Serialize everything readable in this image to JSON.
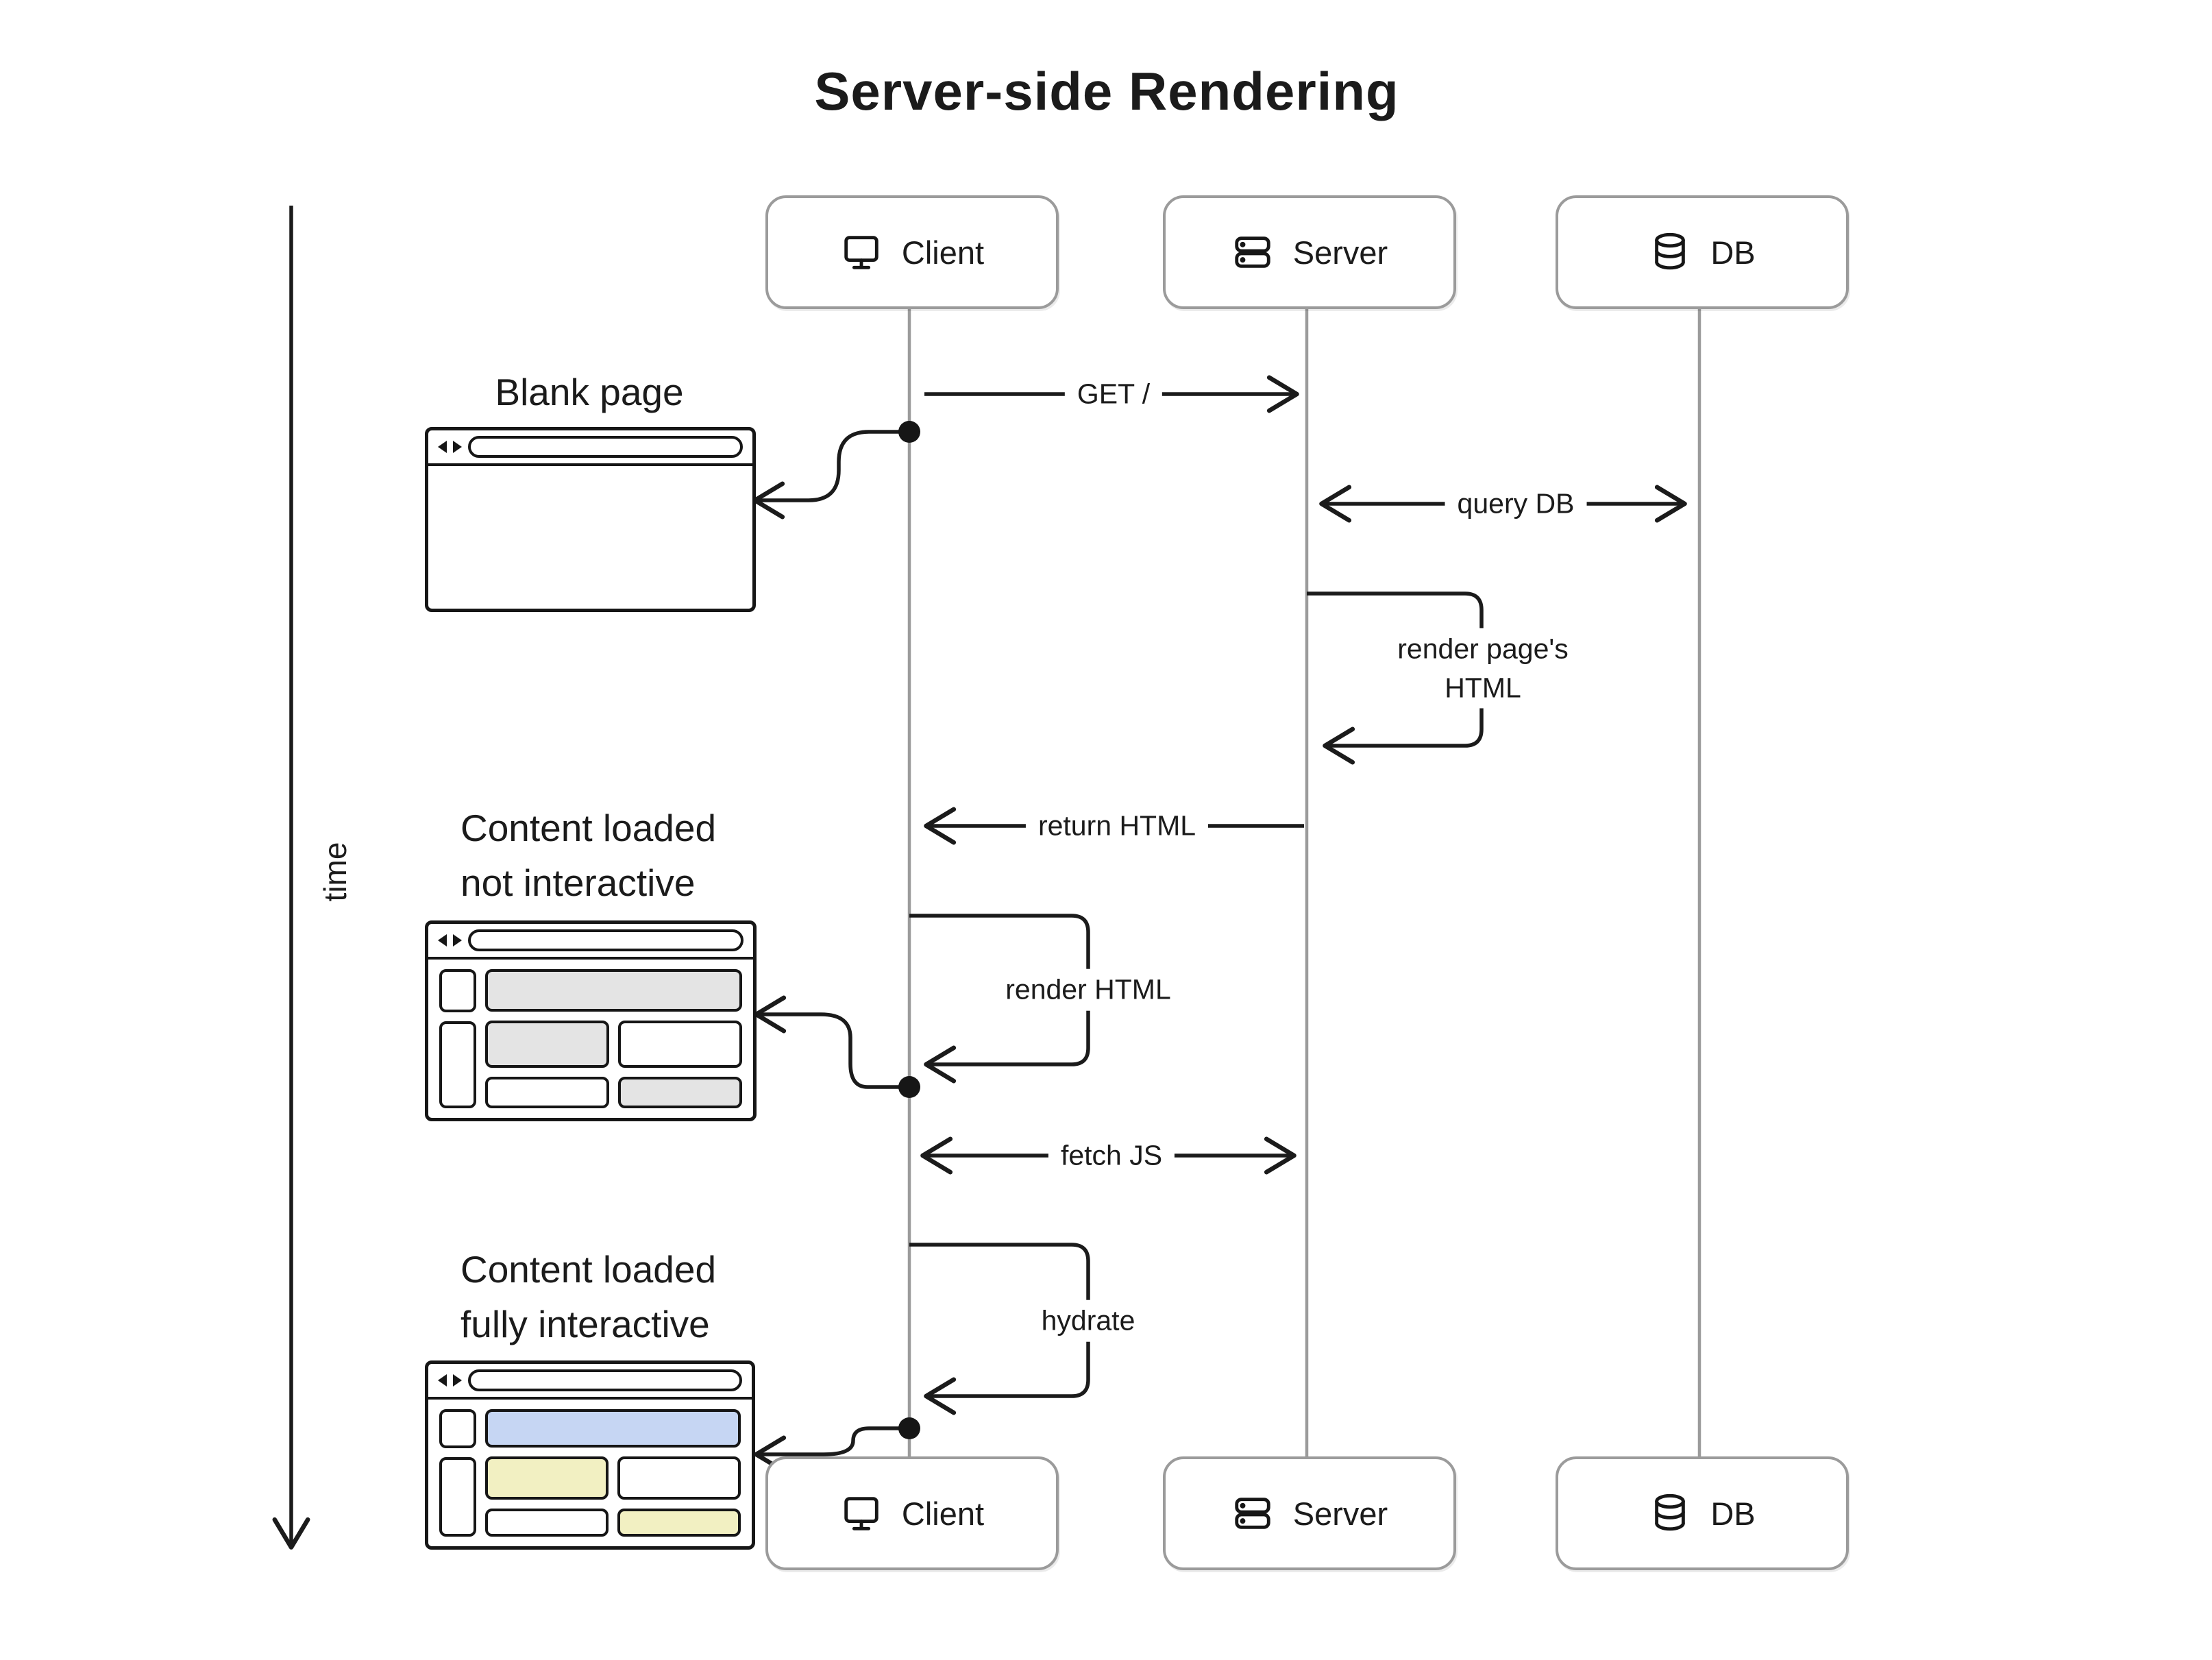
{
  "title": "Server-side Rendering",
  "time_axis": {
    "label": "time"
  },
  "actors": {
    "client": {
      "label": "Client",
      "icon": "monitor-icon"
    },
    "server": {
      "label": "Server",
      "icon": "server-icon"
    },
    "db": {
      "label": "DB",
      "icon": "database-icon"
    }
  },
  "messages": {
    "get": "GET /",
    "query_db": "query DB",
    "render_pages_html": {
      "line1": "render page's",
      "line2": "HTML"
    },
    "return_html": "return HTML",
    "render_html": "render HTML",
    "fetch_js": "fetch JS",
    "hydrate": "hydrate"
  },
  "annotations": {
    "blank_page": "Blank page",
    "not_interactive": {
      "line1": "Content loaded",
      "line2": "not interactive"
    },
    "fully_interactive": {
      "line1": "Content loaded",
      "line2": "fully interactive"
    }
  },
  "colors": {
    "ink": "#1b1b1b",
    "lifeline": "#9b9b9b",
    "tile_gray": "#e4e4e4",
    "tile_blue": "#c6d6f3",
    "tile_yellow": "#f2f0c2",
    "background": "#ffffff"
  }
}
